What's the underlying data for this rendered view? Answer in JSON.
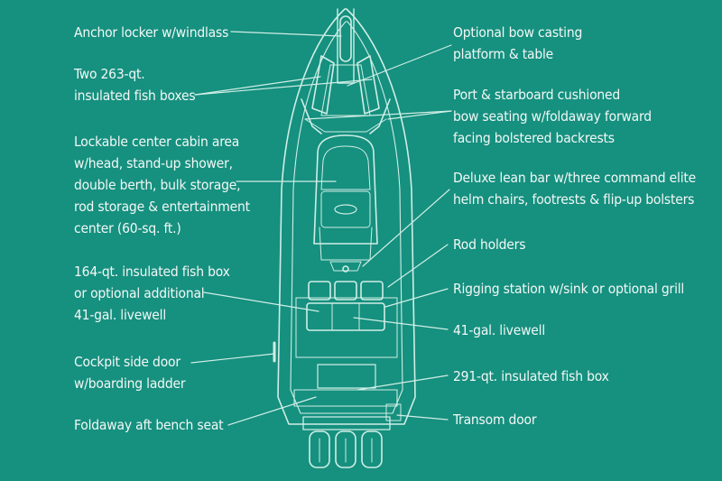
{
  "background_color": "#16907f",
  "line_color": "#cfeee6",
  "left_labels": [
    {
      "id": "anchor-locker",
      "lines": [
        "Anchor locker w/windlass"
      ]
    },
    {
      "id": "fish-boxes-263",
      "lines": [
        "Two 263-qt.",
        "insulated fish boxes"
      ]
    },
    {
      "id": "center-cabin",
      "lines": [
        "Lockable center cabin area",
        "w/head, stand-up shower,",
        "double berth, bulk storage,",
        "rod storage & entertainment",
        "center (60-sq. ft.)"
      ]
    },
    {
      "id": "fish-box-164",
      "lines": [
        "164-qt. insulated fish box",
        "or optional additional",
        "41-gal. livewell"
      ]
    },
    {
      "id": "cockpit-side-door",
      "lines": [
        "Cockpit side door",
        "w/boarding ladder"
      ]
    },
    {
      "id": "aft-bench-seat",
      "lines": [
        "Foldaway aft bench seat"
      ]
    }
  ],
  "right_labels": [
    {
      "id": "bow-casting-platform",
      "lines": [
        "Optional bow casting",
        "platform & table"
      ]
    },
    {
      "id": "bow-seating",
      "lines": [
        "Port & starboard cushioned",
        "bow seating w/foldaway forward",
        "facing bolstered backrests"
      ]
    },
    {
      "id": "lean-bar",
      "lines": [
        "Deluxe lean bar w/three command elite",
        "helm chairs, footrests & flip-up bolsters"
      ]
    },
    {
      "id": "rod-holders",
      "lines": [
        "Rod holders"
      ]
    },
    {
      "id": "rigging-station",
      "lines": [
        "Rigging station w/sink or optional grill"
      ]
    },
    {
      "id": "livewell-41",
      "lines": [
        "41-gal. livewell"
      ]
    },
    {
      "id": "fish-box-291",
      "lines": [
        "291-qt. insulated fish box"
      ]
    },
    {
      "id": "transom-door",
      "lines": [
        "Transom door"
      ]
    }
  ]
}
